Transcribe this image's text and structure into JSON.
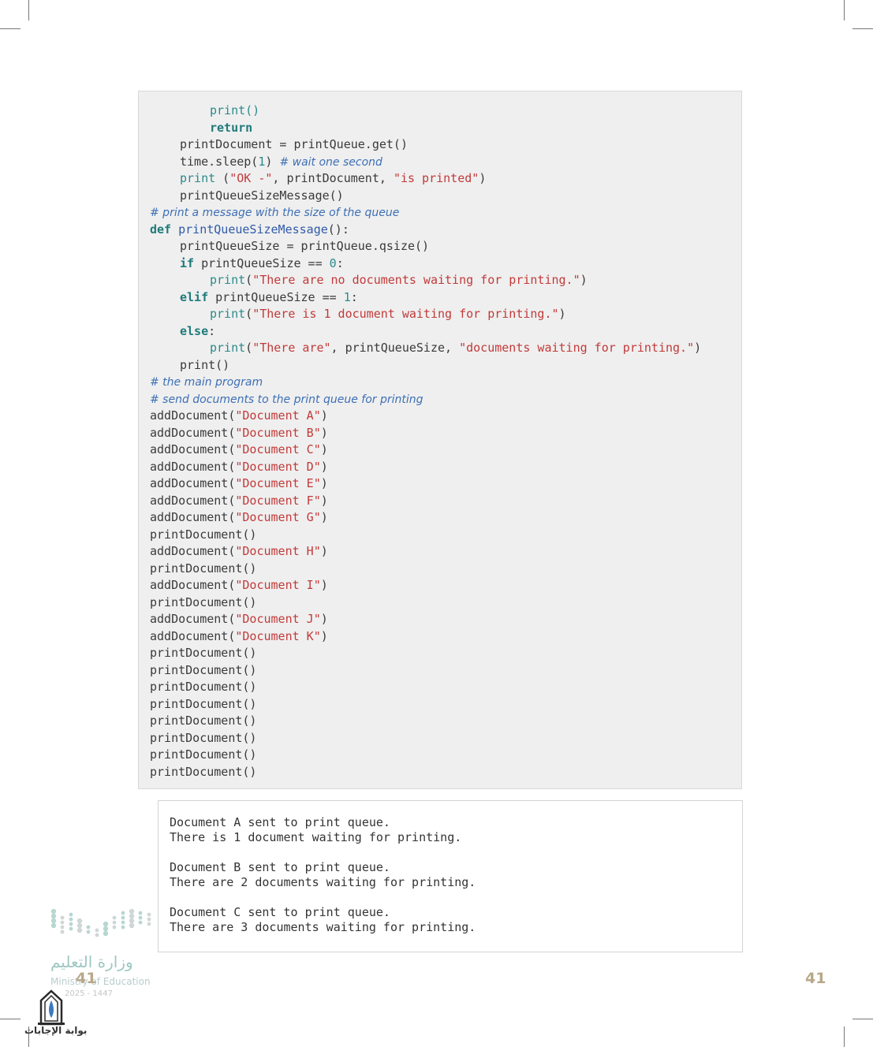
{
  "code_lines": [
    {
      "indent": 2,
      "parts": [
        {
          "t": "print()",
          "c": "fn"
        }
      ]
    },
    {
      "indent": 2,
      "parts": [
        {
          "t": "return",
          "c": "kw"
        }
      ]
    },
    {
      "indent": 1,
      "parts": [
        {
          "t": "printDocument = printQueue.get()",
          "c": ""
        }
      ]
    },
    {
      "indent": 1,
      "parts": [
        {
          "t": "time.sleep(",
          "c": ""
        },
        {
          "t": "1",
          "c": "num"
        },
        {
          "t": ") ",
          "c": ""
        },
        {
          "t": "# wait one second",
          "c": "cmt"
        }
      ]
    },
    {
      "indent": 1,
      "parts": [
        {
          "t": "print",
          "c": "fn"
        },
        {
          "t": " (",
          "c": ""
        },
        {
          "t": "\"OK -\"",
          "c": "str"
        },
        {
          "t": ", printDocument, ",
          "c": ""
        },
        {
          "t": "\"is printed\"",
          "c": "str"
        },
        {
          "t": ")",
          "c": ""
        }
      ]
    },
    {
      "indent": 1,
      "parts": [
        {
          "t": "printQueueSizeMessage()",
          "c": ""
        }
      ]
    },
    {
      "indent": 0,
      "parts": [
        {
          "t": "# print a message with the size of the queue",
          "c": "cmt"
        }
      ]
    },
    {
      "indent": 0,
      "parts": [
        {
          "t": "def ",
          "c": "kw"
        },
        {
          "t": "printQueueSizeMessage",
          "c": "name"
        },
        {
          "t": "():",
          "c": ""
        }
      ]
    },
    {
      "indent": 1,
      "parts": [
        {
          "t": "printQueueSize = printQueue.qsize()",
          "c": ""
        }
      ]
    },
    {
      "indent": 1,
      "parts": [
        {
          "t": "if ",
          "c": "kw"
        },
        {
          "t": "printQueueSize == ",
          "c": ""
        },
        {
          "t": "0",
          "c": "num"
        },
        {
          "t": ":",
          "c": ""
        }
      ]
    },
    {
      "indent": 2,
      "parts": [
        {
          "t": "print",
          "c": "fn"
        },
        {
          "t": "(",
          "c": ""
        },
        {
          "t": "\"There are no documents waiting for printing.\"",
          "c": "str"
        },
        {
          "t": ")",
          "c": ""
        }
      ]
    },
    {
      "indent": 1,
      "parts": [
        {
          "t": "elif ",
          "c": "kw"
        },
        {
          "t": "printQueueSize == ",
          "c": ""
        },
        {
          "t": "1",
          "c": "num"
        },
        {
          "t": ":",
          "c": ""
        }
      ]
    },
    {
      "indent": 2,
      "parts": [
        {
          "t": "print",
          "c": "fn"
        },
        {
          "t": "(",
          "c": ""
        },
        {
          "t": "\"There is 1 document waiting for printing.\"",
          "c": "str"
        },
        {
          "t": ")",
          "c": ""
        }
      ]
    },
    {
      "indent": 1,
      "parts": [
        {
          "t": "else",
          "c": "kw"
        },
        {
          "t": ":",
          "c": ""
        }
      ]
    },
    {
      "indent": 2,
      "parts": [
        {
          "t": "print",
          "c": "fn"
        },
        {
          "t": "(",
          "c": ""
        },
        {
          "t": "\"There are\"",
          "c": "str"
        },
        {
          "t": ", printQueueSize, ",
          "c": ""
        },
        {
          "t": "\"documents waiting for printing.\"",
          "c": "str"
        },
        {
          "t": ")",
          "c": ""
        }
      ]
    },
    {
      "indent": 1,
      "parts": [
        {
          "t": "print()",
          "c": ""
        }
      ]
    },
    {
      "indent": 0,
      "parts": [
        {
          "t": "# the main program",
          "c": "cmt"
        }
      ]
    },
    {
      "indent": 0,
      "parts": [
        {
          "t": "# send documents to the print queue for printing",
          "c": "cmt"
        }
      ]
    },
    {
      "indent": 0,
      "parts": [
        {
          "t": "addDocument(",
          "c": ""
        },
        {
          "t": "\"Document A\"",
          "c": "str"
        },
        {
          "t": ")",
          "c": ""
        }
      ]
    },
    {
      "indent": 0,
      "parts": [
        {
          "t": "addDocument(",
          "c": ""
        },
        {
          "t": "\"Document B\"",
          "c": "str"
        },
        {
          "t": ")",
          "c": ""
        }
      ]
    },
    {
      "indent": 0,
      "parts": [
        {
          "t": "addDocument(",
          "c": ""
        },
        {
          "t": "\"Document C\"",
          "c": "str"
        },
        {
          "t": ")",
          "c": ""
        }
      ]
    },
    {
      "indent": 0,
      "parts": [
        {
          "t": "addDocument(",
          "c": ""
        },
        {
          "t": "\"Document D\"",
          "c": "str"
        },
        {
          "t": ")",
          "c": ""
        }
      ]
    },
    {
      "indent": 0,
      "parts": [
        {
          "t": "addDocument(",
          "c": ""
        },
        {
          "t": "\"Document E\"",
          "c": "str"
        },
        {
          "t": ")",
          "c": ""
        }
      ]
    },
    {
      "indent": 0,
      "parts": [
        {
          "t": "addDocument(",
          "c": ""
        },
        {
          "t": "\"Document F\"",
          "c": "str"
        },
        {
          "t": ")",
          "c": ""
        }
      ]
    },
    {
      "indent": 0,
      "parts": [
        {
          "t": "addDocument(",
          "c": ""
        },
        {
          "t": "\"Document G\"",
          "c": "str"
        },
        {
          "t": ")",
          "c": ""
        }
      ]
    },
    {
      "indent": 0,
      "parts": [
        {
          "t": "printDocument()",
          "c": ""
        }
      ]
    },
    {
      "indent": 0,
      "parts": [
        {
          "t": "addDocument(",
          "c": ""
        },
        {
          "t": "\"Document H\"",
          "c": "str"
        },
        {
          "t": ")",
          "c": ""
        }
      ]
    },
    {
      "indent": 0,
      "parts": [
        {
          "t": "printDocument()",
          "c": ""
        }
      ]
    },
    {
      "indent": 0,
      "parts": [
        {
          "t": "addDocument(",
          "c": ""
        },
        {
          "t": "\"Document I\"",
          "c": "str"
        },
        {
          "t": ")",
          "c": ""
        }
      ]
    },
    {
      "indent": 0,
      "parts": [
        {
          "t": "printDocument()",
          "c": ""
        }
      ]
    },
    {
      "indent": 0,
      "parts": [
        {
          "t": "addDocument(",
          "c": ""
        },
        {
          "t": "\"Document J\"",
          "c": "str"
        },
        {
          "t": ")",
          "c": ""
        }
      ]
    },
    {
      "indent": 0,
      "parts": [
        {
          "t": "addDocument(",
          "c": ""
        },
        {
          "t": "\"Document K\"",
          "c": "str"
        },
        {
          "t": ")",
          "c": ""
        }
      ]
    },
    {
      "indent": 0,
      "parts": [
        {
          "t": "printDocument()",
          "c": ""
        }
      ]
    },
    {
      "indent": 0,
      "parts": [
        {
          "t": "printDocument()",
          "c": ""
        }
      ]
    },
    {
      "indent": 0,
      "parts": [
        {
          "t": "printDocument()",
          "c": ""
        }
      ]
    },
    {
      "indent": 0,
      "parts": [
        {
          "t": "printDocument()",
          "c": ""
        }
      ]
    },
    {
      "indent": 0,
      "parts": [
        {
          "t": "printDocument()",
          "c": ""
        }
      ]
    },
    {
      "indent": 0,
      "parts": [
        {
          "t": "printDocument()",
          "c": ""
        }
      ]
    },
    {
      "indent": 0,
      "parts": [
        {
          "t": "printDocument()",
          "c": ""
        }
      ]
    },
    {
      "indent": 0,
      "parts": [
        {
          "t": "printDocument()",
          "c": ""
        }
      ]
    }
  ],
  "output_lines": [
    "Document A sent to print queue.",
    "There is 1 document waiting for printing.",
    "",
    "Document B sent to print queue.",
    "There are 2 documents waiting for printing.",
    "",
    "Document C sent to print queue.",
    "There are 3 documents waiting for printing."
  ],
  "footer": {
    "page_number_left": "41",
    "page_number_right": "41",
    "ministry_arabic": "وزارة التعليم",
    "ministry_english": "Ministry of Education",
    "ministry_year": "2025 - 1447",
    "site_name": "بوابة الإجابات"
  },
  "colors": {
    "code_background": "#efefef",
    "string": "#c23a3a",
    "keyword": "#1f7a7a",
    "comment": "#3d6fb5",
    "page_number": "#b8a88a"
  }
}
